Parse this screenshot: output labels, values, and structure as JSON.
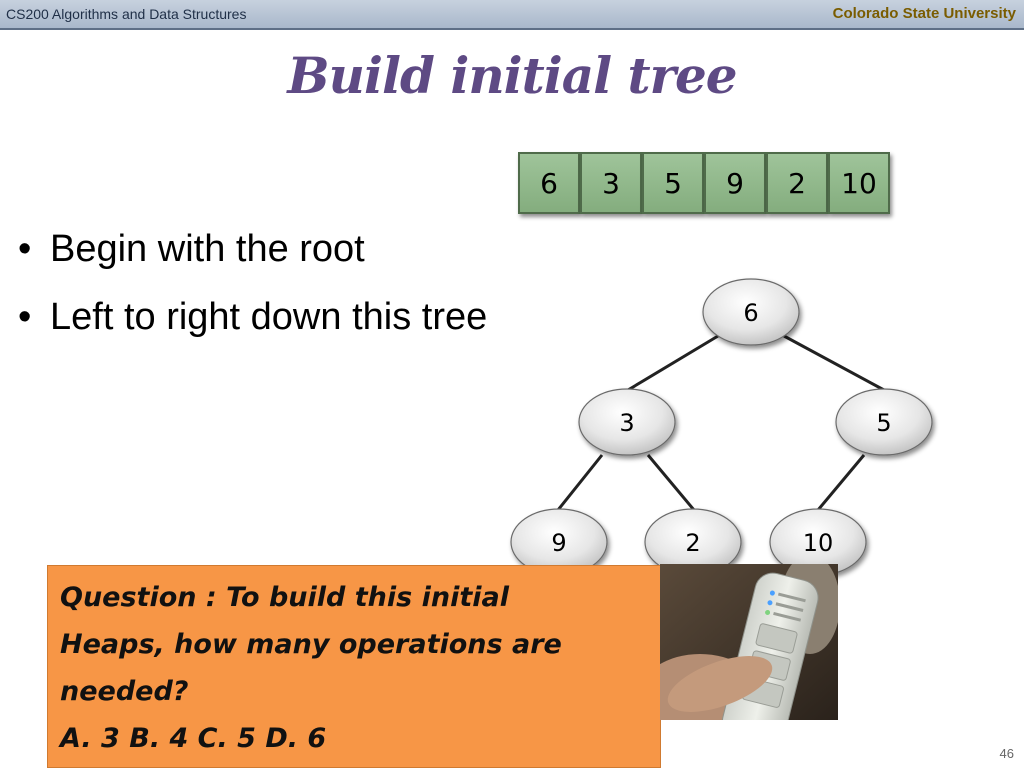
{
  "header": {
    "course": "CS200 Algorithms and Data Structures",
    "university": "Colorado State University"
  },
  "title": "Build initial tree",
  "array": [
    "6",
    "3",
    "5",
    "9",
    "2",
    "10"
  ],
  "bullets": [
    "Begin with the root",
    "Left to right down this tree"
  ],
  "tree": {
    "nodes": [
      "6",
      "3",
      "5",
      "9",
      "2",
      "10"
    ]
  },
  "question": {
    "text": "Question : To build this initial\nHeaps, how many operations are\nneeded?\nA. 3     B. 4   C. 5    D. 6"
  },
  "photo": {
    "icon": "clicker-remote-photo"
  },
  "page_number": "46",
  "colors": {
    "title": "#5e4a84",
    "array_cell": "#8fb78a",
    "question_bg": "#f79646"
  }
}
